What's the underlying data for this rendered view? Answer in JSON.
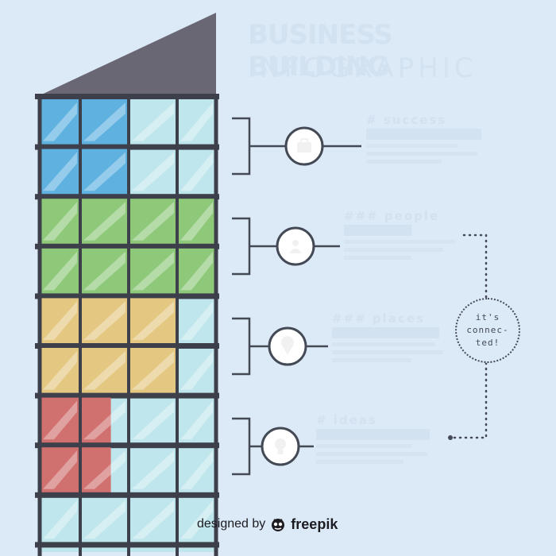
{
  "colors": {
    "background": "#dce9f7",
    "building_frame": "#3d3f4a",
    "roof": "#6a6774",
    "glass": "#bfe6ec",
    "blue": "#5fb1e0",
    "green": "#8ec97a",
    "yellow": "#e4c882",
    "red": "#d0706f",
    "connector": "#444a55"
  },
  "title": {
    "line1": "BUSINESS BUILDING",
    "line2": "INFOGRAPHIC"
  },
  "items": [
    {
      "icon": "briefcase-icon",
      "heading": "# success"
    },
    {
      "icon": "team-icon",
      "heading": "### people"
    },
    {
      "icon": "location-icon",
      "heading": "### places"
    },
    {
      "icon": "lightbulb-icon",
      "heading": "# ideas"
    }
  ],
  "connected_label": "it's\nconnec-\nted!",
  "credit": {
    "prefix": "designed by",
    "brand": "freepik",
    "logo": "freepik-logo-icon"
  }
}
